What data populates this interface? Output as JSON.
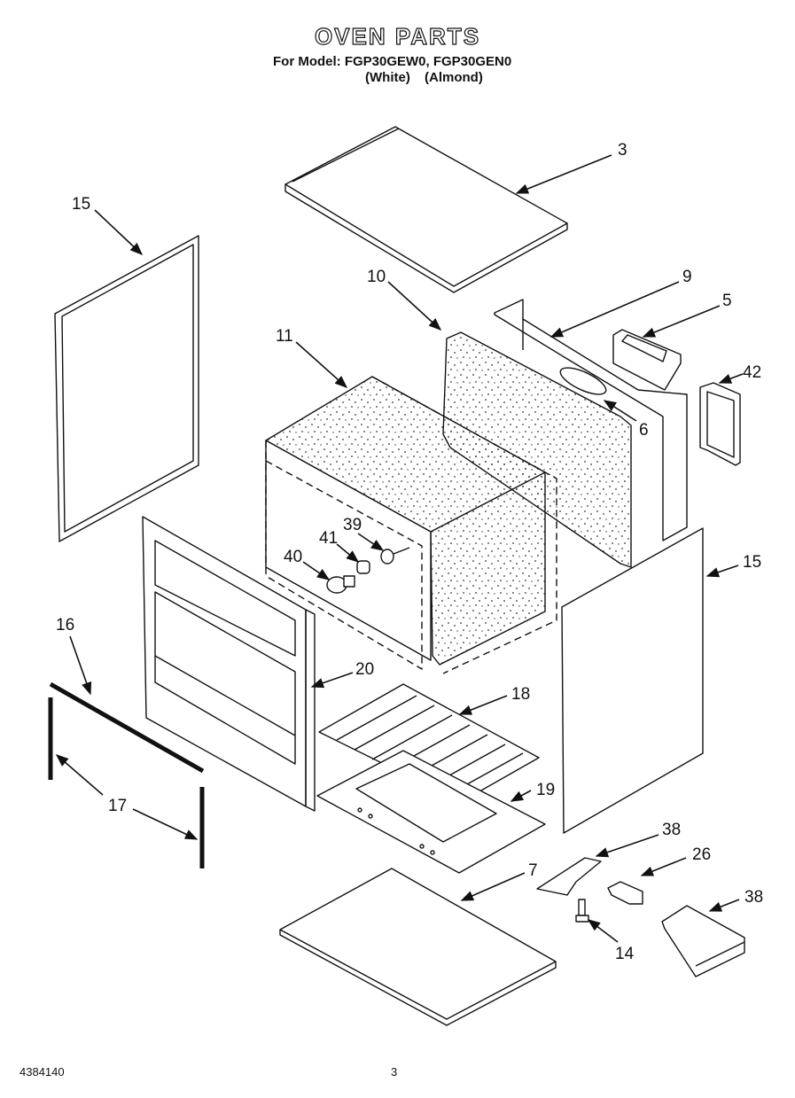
{
  "header": {
    "title": "OVEN PARTS",
    "model_line": "For Model: FGP30GEW0, FGP30GEN0",
    "colors": [
      "(White)",
      "(Almond)"
    ]
  },
  "callouts": {
    "c3": "3",
    "c15a": "15",
    "c10": "10",
    "c9": "9",
    "c5": "5",
    "c11": "11",
    "c42": "42",
    "c6": "6",
    "c39": "39",
    "c41": "41",
    "c40": "40",
    "c15b": "15",
    "c16": "16",
    "c20": "20",
    "c18": "18",
    "c17": "17",
    "c19": "19",
    "c38a": "38",
    "c26": "26",
    "c7": "7",
    "c38b": "38",
    "c14": "14"
  },
  "footer": {
    "doc_number": "4384140",
    "page_number": "3"
  }
}
